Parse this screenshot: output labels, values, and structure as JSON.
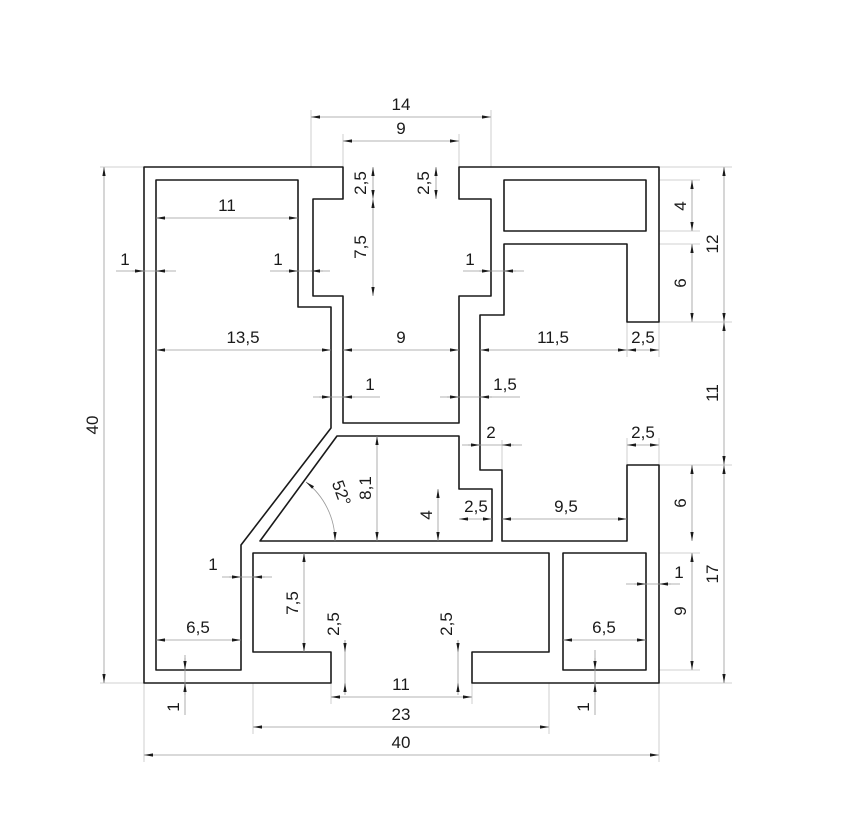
{
  "drawing": {
    "dimensions": [
      "14",
      "9",
      "2,5",
      "2,5",
      "7,5",
      "11",
      "1",
      "1",
      "1",
      "4",
      "6",
      "12",
      "11",
      "17",
      "6",
      "9",
      "1",
      "40",
      "13,5",
      "9",
      "11,5",
      "2,5",
      "1",
      "1,5",
      "2",
      "2,5",
      "8,1",
      "4",
      "2,5",
      "9,5",
      "1",
      "7,5",
      "2,5",
      "2,5",
      "6,5",
      "6,5",
      "1",
      "1",
      "11",
      "23",
      "40"
    ],
    "angle_label": "52°",
    "colors": {
      "outline": "#1a1a1a",
      "dimension": "#9a9a9a",
      "background": "#ffffff"
    }
  }
}
